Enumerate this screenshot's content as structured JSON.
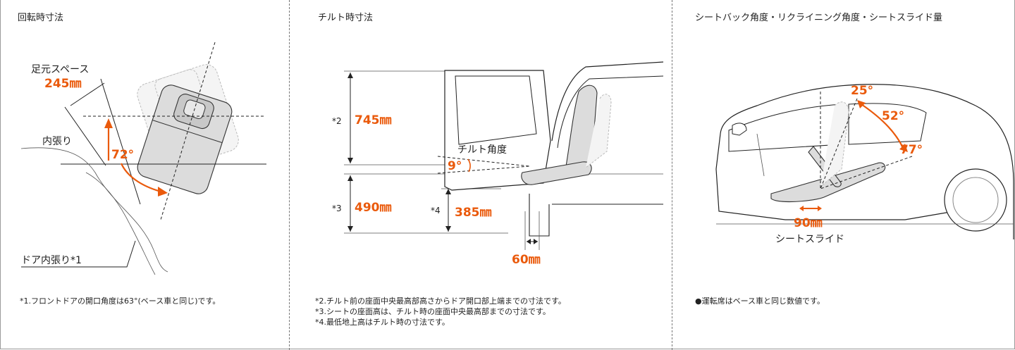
{
  "panels": {
    "rotation": {
      "title": "回転時寸法",
      "labels": {
        "foot_space": "足元スペース",
        "foot_space_value": "245㎜",
        "inner_trim": "内張り",
        "angle": "72°",
        "door_trim": "ドア内張り*1"
      },
      "note": "*1.フロントドアの開口角度は63°(ベース車と同じ)です。"
    },
    "tilt": {
      "title": "チルト時寸法",
      "labels": {
        "tilt_angle": "チルト角度",
        "angle": "9°",
        "mark2": "*2",
        "value2": "745㎜",
        "mark3": "*3",
        "value3": "490㎜",
        "mark4": "*4",
        "value4": "385㎜",
        "value5": "60㎜"
      },
      "notes": [
        "*2.チルト前の座面中央最高部高さからドア開口部上端までの寸法です。",
        "*3.シートの座面高は、チルト時の座面中央最高部までの寸法です。",
        "*4.最低地上高はチルト時の寸法です。"
      ]
    },
    "seatback": {
      "title": "シートバック角度・リクライニング角度・シートスライド量",
      "labels": {
        "angle1": "25°",
        "angle2": "52°",
        "angle3": "77°",
        "slide_value": "90㎜",
        "slide_label": "シートスライド"
      },
      "note": "●運転席はベース車と同じ数値です。"
    }
  },
  "colors": {
    "accent": "#ea5a0c",
    "line": "#222222",
    "divider": "#777777"
  }
}
